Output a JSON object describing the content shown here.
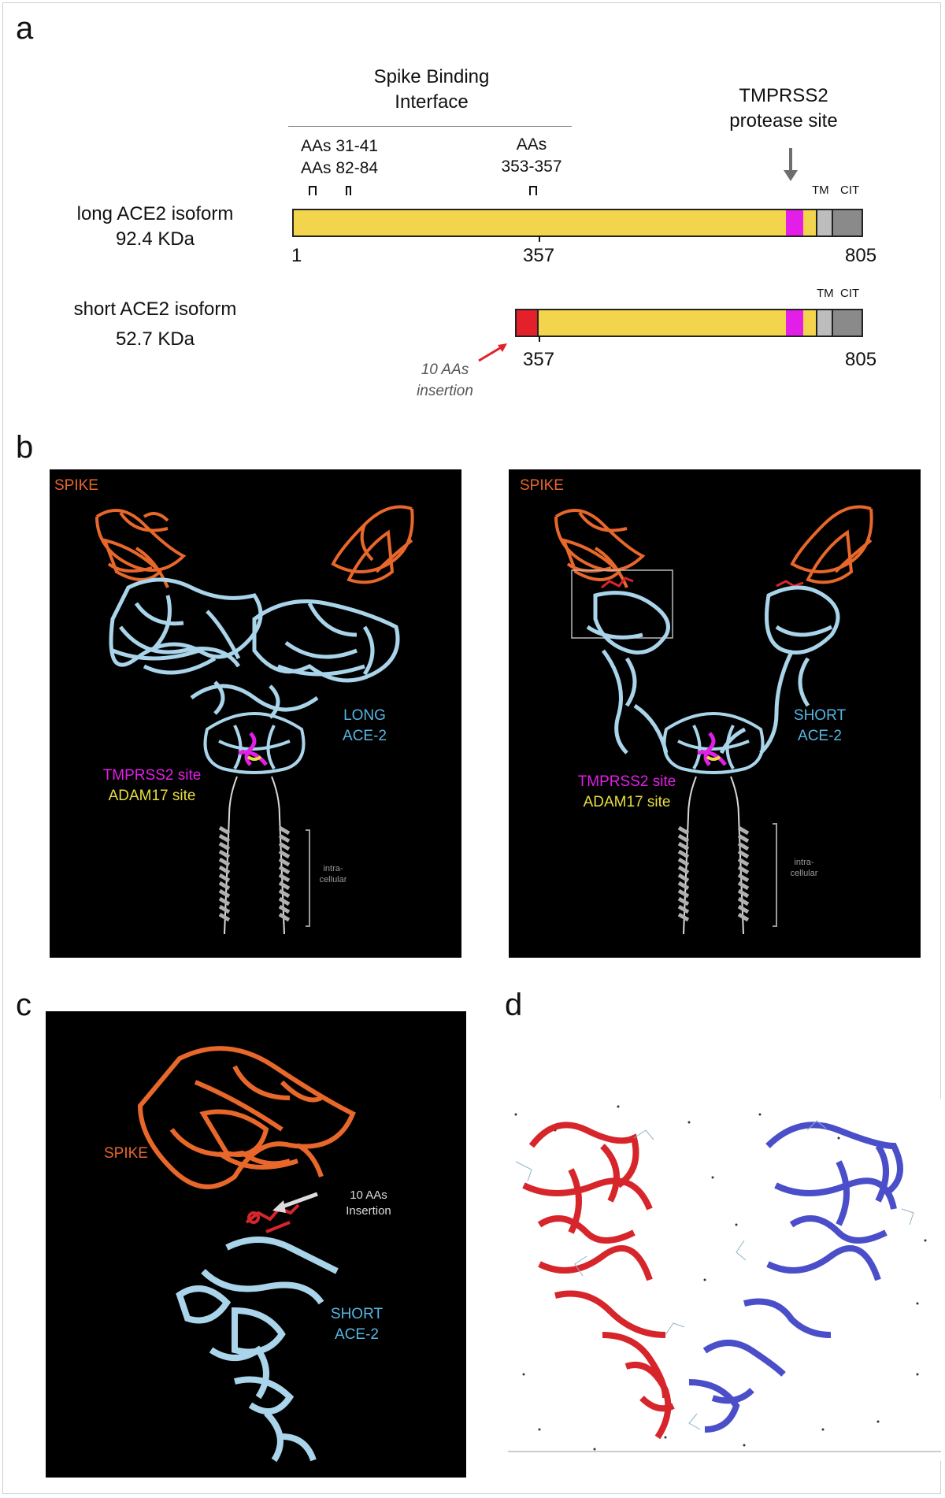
{
  "panels": {
    "a": {
      "letter": "a",
      "spike_binding": {
        "line1": "Spike Binding",
        "line2": "Interface"
      },
      "tmprss2": {
        "line1": "TMPRSS2",
        "line2": "protease site"
      },
      "aa_left": {
        "line1": "AAs 31-41",
        "line2": "AAs 82-84"
      },
      "aa_right": {
        "line1": "AAs",
        "line2": "353-357"
      },
      "long_isoform": {
        "name": "long ACE2  isoform",
        "mass": "92.4 KDa",
        "tm": "TM",
        "cit": "CIT",
        "start": "1",
        "mid": "357",
        "end": "805"
      },
      "short_isoform": {
        "name": "short ACE2 isoform",
        "mass": "52.7 KDa",
        "tm": "TM",
        "cit": "CIT",
        "mid": "357",
        "end": "805"
      },
      "insertion": {
        "line1": "10 AAs",
        "line2": "insertion"
      }
    },
    "b": {
      "letter": "b",
      "left": {
        "spike": "SPIKE",
        "ace_line1": "LONG",
        "ace_line2": "ACE-2",
        "tmprss2": "TMPRSS2 site",
        "adam17": "ADAM17 site",
        "intra_line1": "intra-",
        "intra_line2": "cellular"
      },
      "right": {
        "spike": "SPIKE",
        "ace_line1": "SHORT",
        "ace_line2": "ACE-2",
        "tmprss2": "TMPRSS2 site",
        "adam17": "ADAM17 site",
        "intra_line1": "intra-",
        "intra_line2": "cellular"
      }
    },
    "c": {
      "letter": "c",
      "spike": "SPIKE",
      "insertion_line1": "10 AAs",
      "insertion_line2": "Insertion",
      "ace_line1": "SHORT",
      "ace_line2": "ACE-2"
    },
    "d": {
      "letter": "d"
    }
  },
  "colors": {
    "domain_yellow": "#f2d54c",
    "tmprss2_magenta": "#e21ee8",
    "tm_gray": "#bdbdbd",
    "cit_gray": "#8a8a8a",
    "insertion_red": "#e4202a",
    "spike_orange": "#e8672a",
    "ace2_lightblue": "#a9d4ea",
    "adam17_yellow": "#e8de3e",
    "dimer_red": "#d7262b",
    "dimer_blue": "#4a4fc9"
  }
}
